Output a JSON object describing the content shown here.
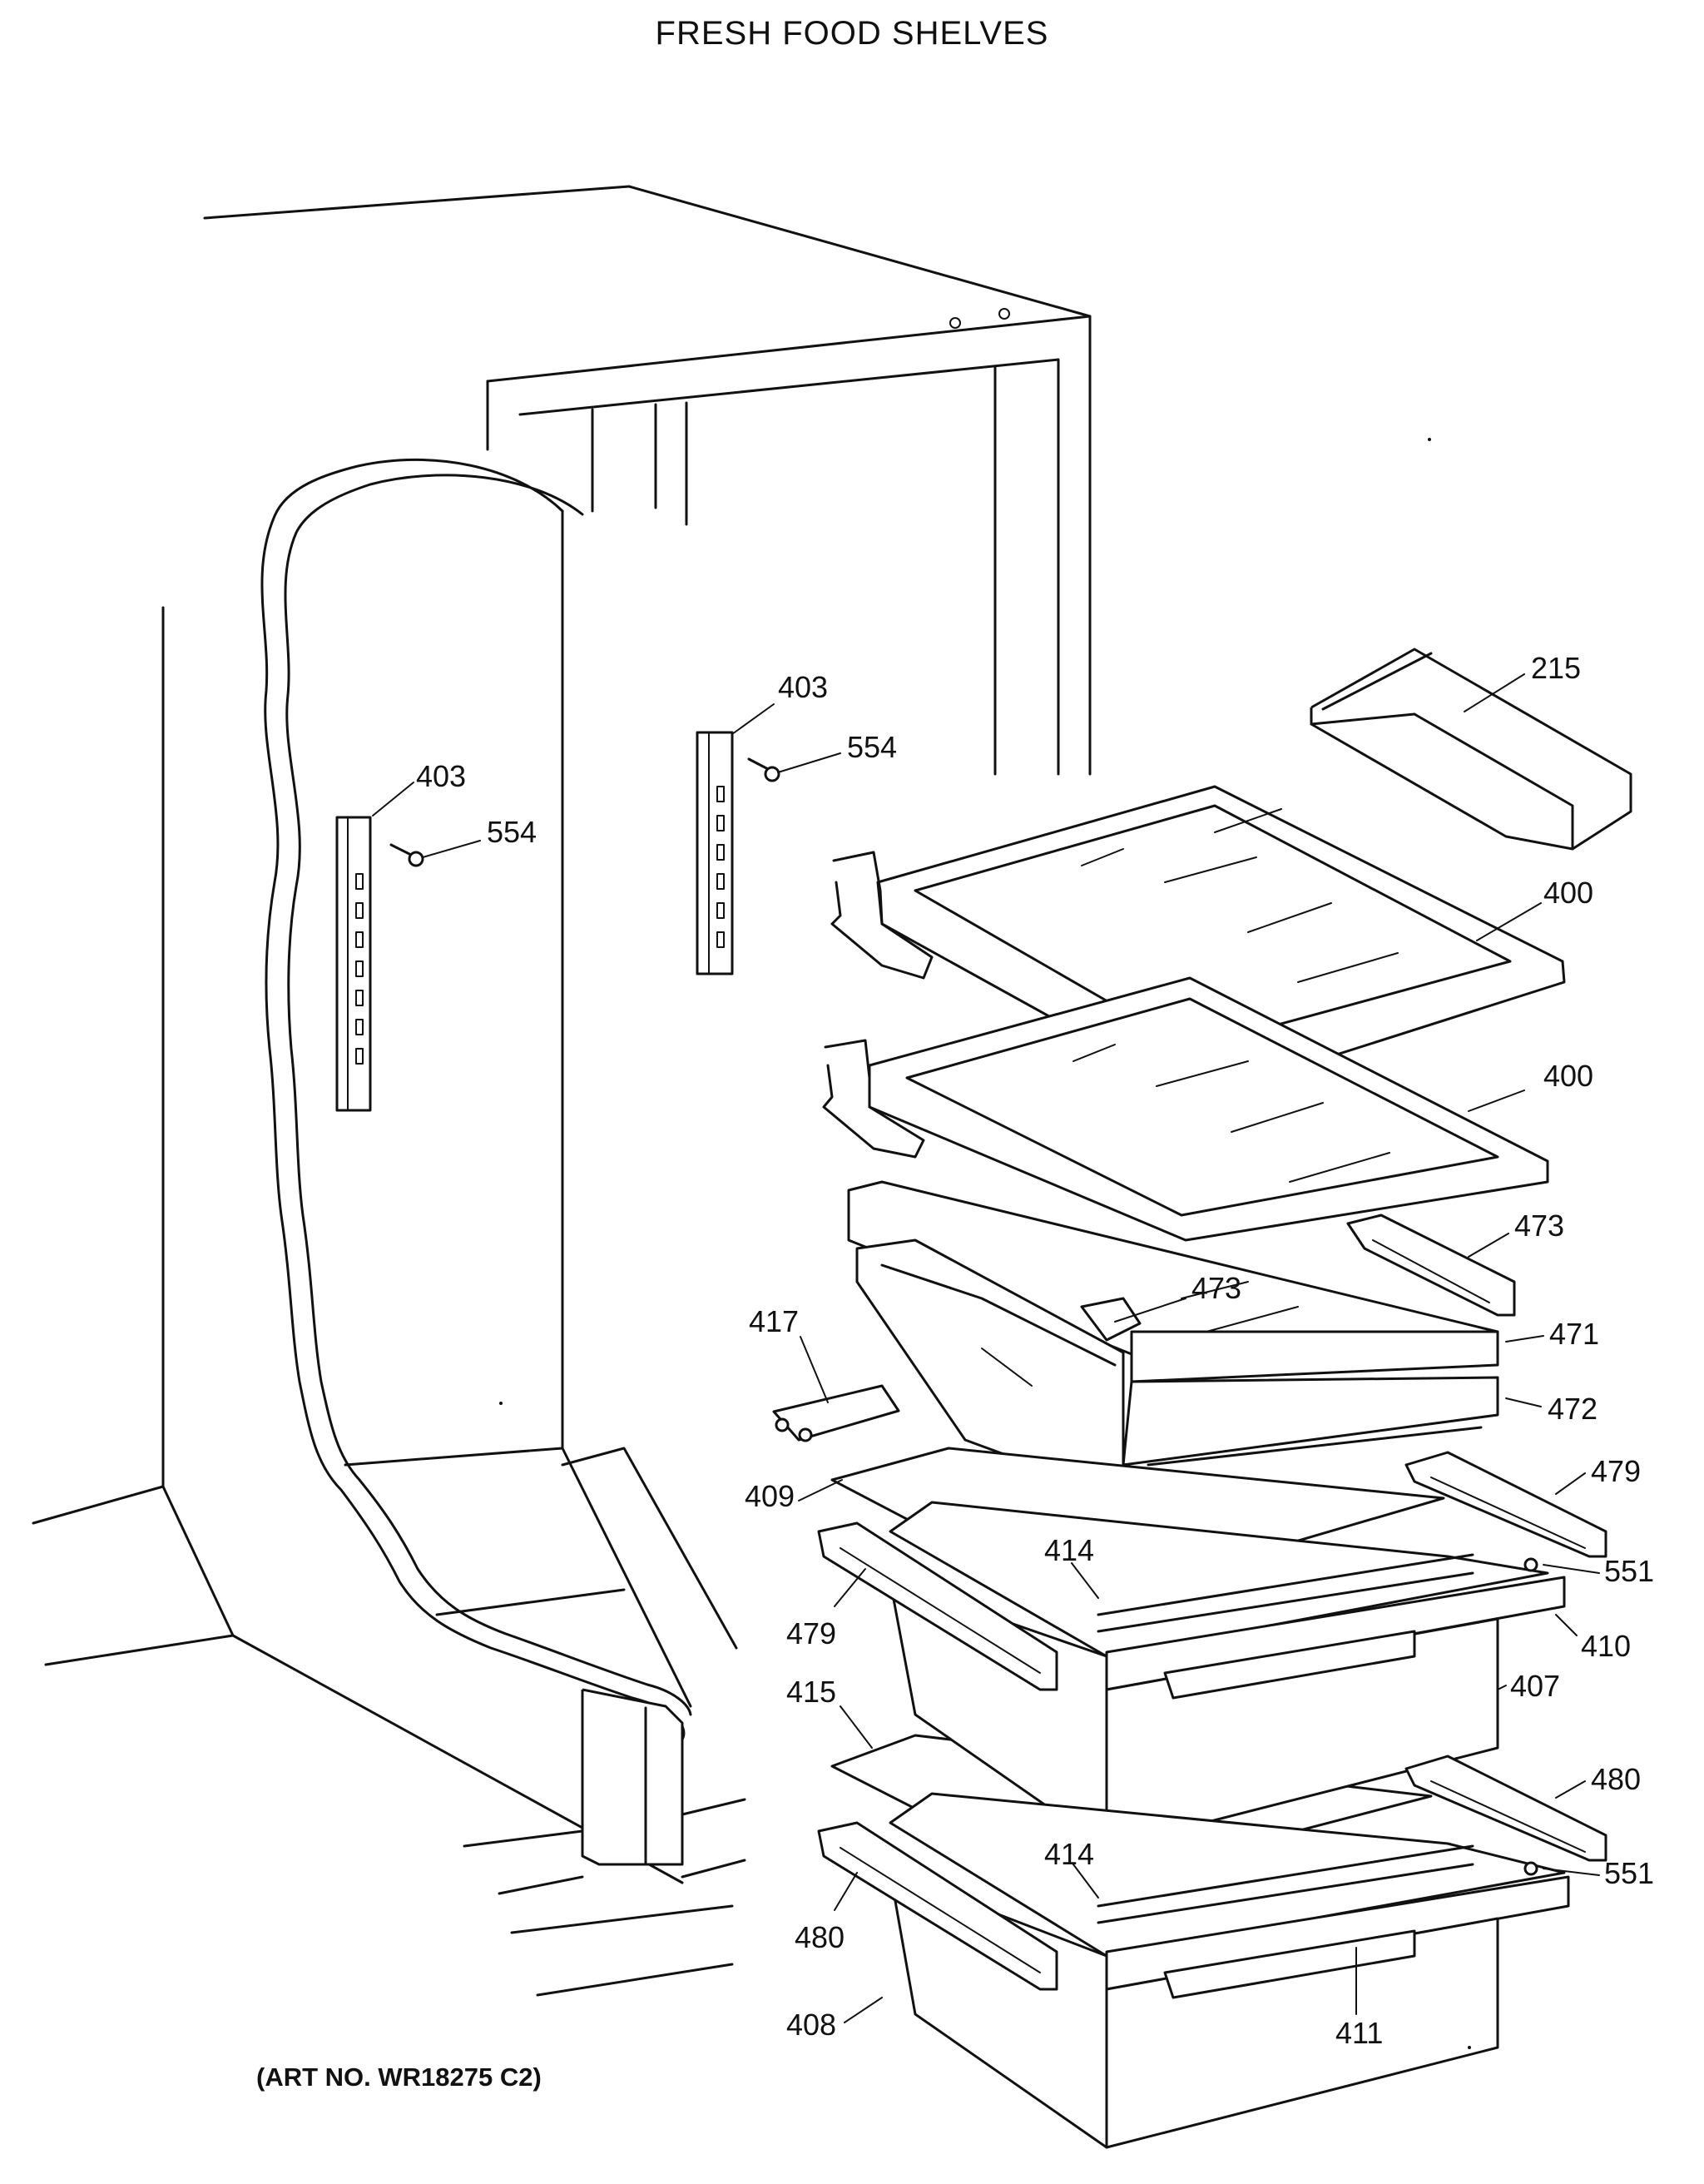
{
  "title": "FRESH FOOD SHELVES",
  "art_no": "(ART NO. WR18275 C2)",
  "callouts": [
    {
      "id": "c-215",
      "label": "215"
    },
    {
      "id": "c-403a",
      "label": "403"
    },
    {
      "id": "c-554a",
      "label": "554"
    },
    {
      "id": "c-403b",
      "label": "403"
    },
    {
      "id": "c-554b",
      "label": "554"
    },
    {
      "id": "c-400a",
      "label": "400"
    },
    {
      "id": "c-400b",
      "label": "400"
    },
    {
      "id": "c-473a",
      "label": "473"
    },
    {
      "id": "c-473b",
      "label": "473"
    },
    {
      "id": "c-417",
      "label": "417"
    },
    {
      "id": "c-471",
      "label": "471"
    },
    {
      "id": "c-472",
      "label": "472"
    },
    {
      "id": "c-479a",
      "label": "479"
    },
    {
      "id": "c-409",
      "label": "409"
    },
    {
      "id": "c-414a",
      "label": "414"
    },
    {
      "id": "c-551a",
      "label": "551"
    },
    {
      "id": "c-479b",
      "label": "479"
    },
    {
      "id": "c-410",
      "label": "410"
    },
    {
      "id": "c-407",
      "label": "407"
    },
    {
      "id": "c-415",
      "label": "415"
    },
    {
      "id": "c-480a",
      "label": "480"
    },
    {
      "id": "c-414b",
      "label": "414"
    },
    {
      "id": "c-551b",
      "label": "551"
    },
    {
      "id": "c-480b",
      "label": "480"
    },
    {
      "id": "c-408",
      "label": "408"
    },
    {
      "id": "c-411",
      "label": "411"
    }
  ]
}
